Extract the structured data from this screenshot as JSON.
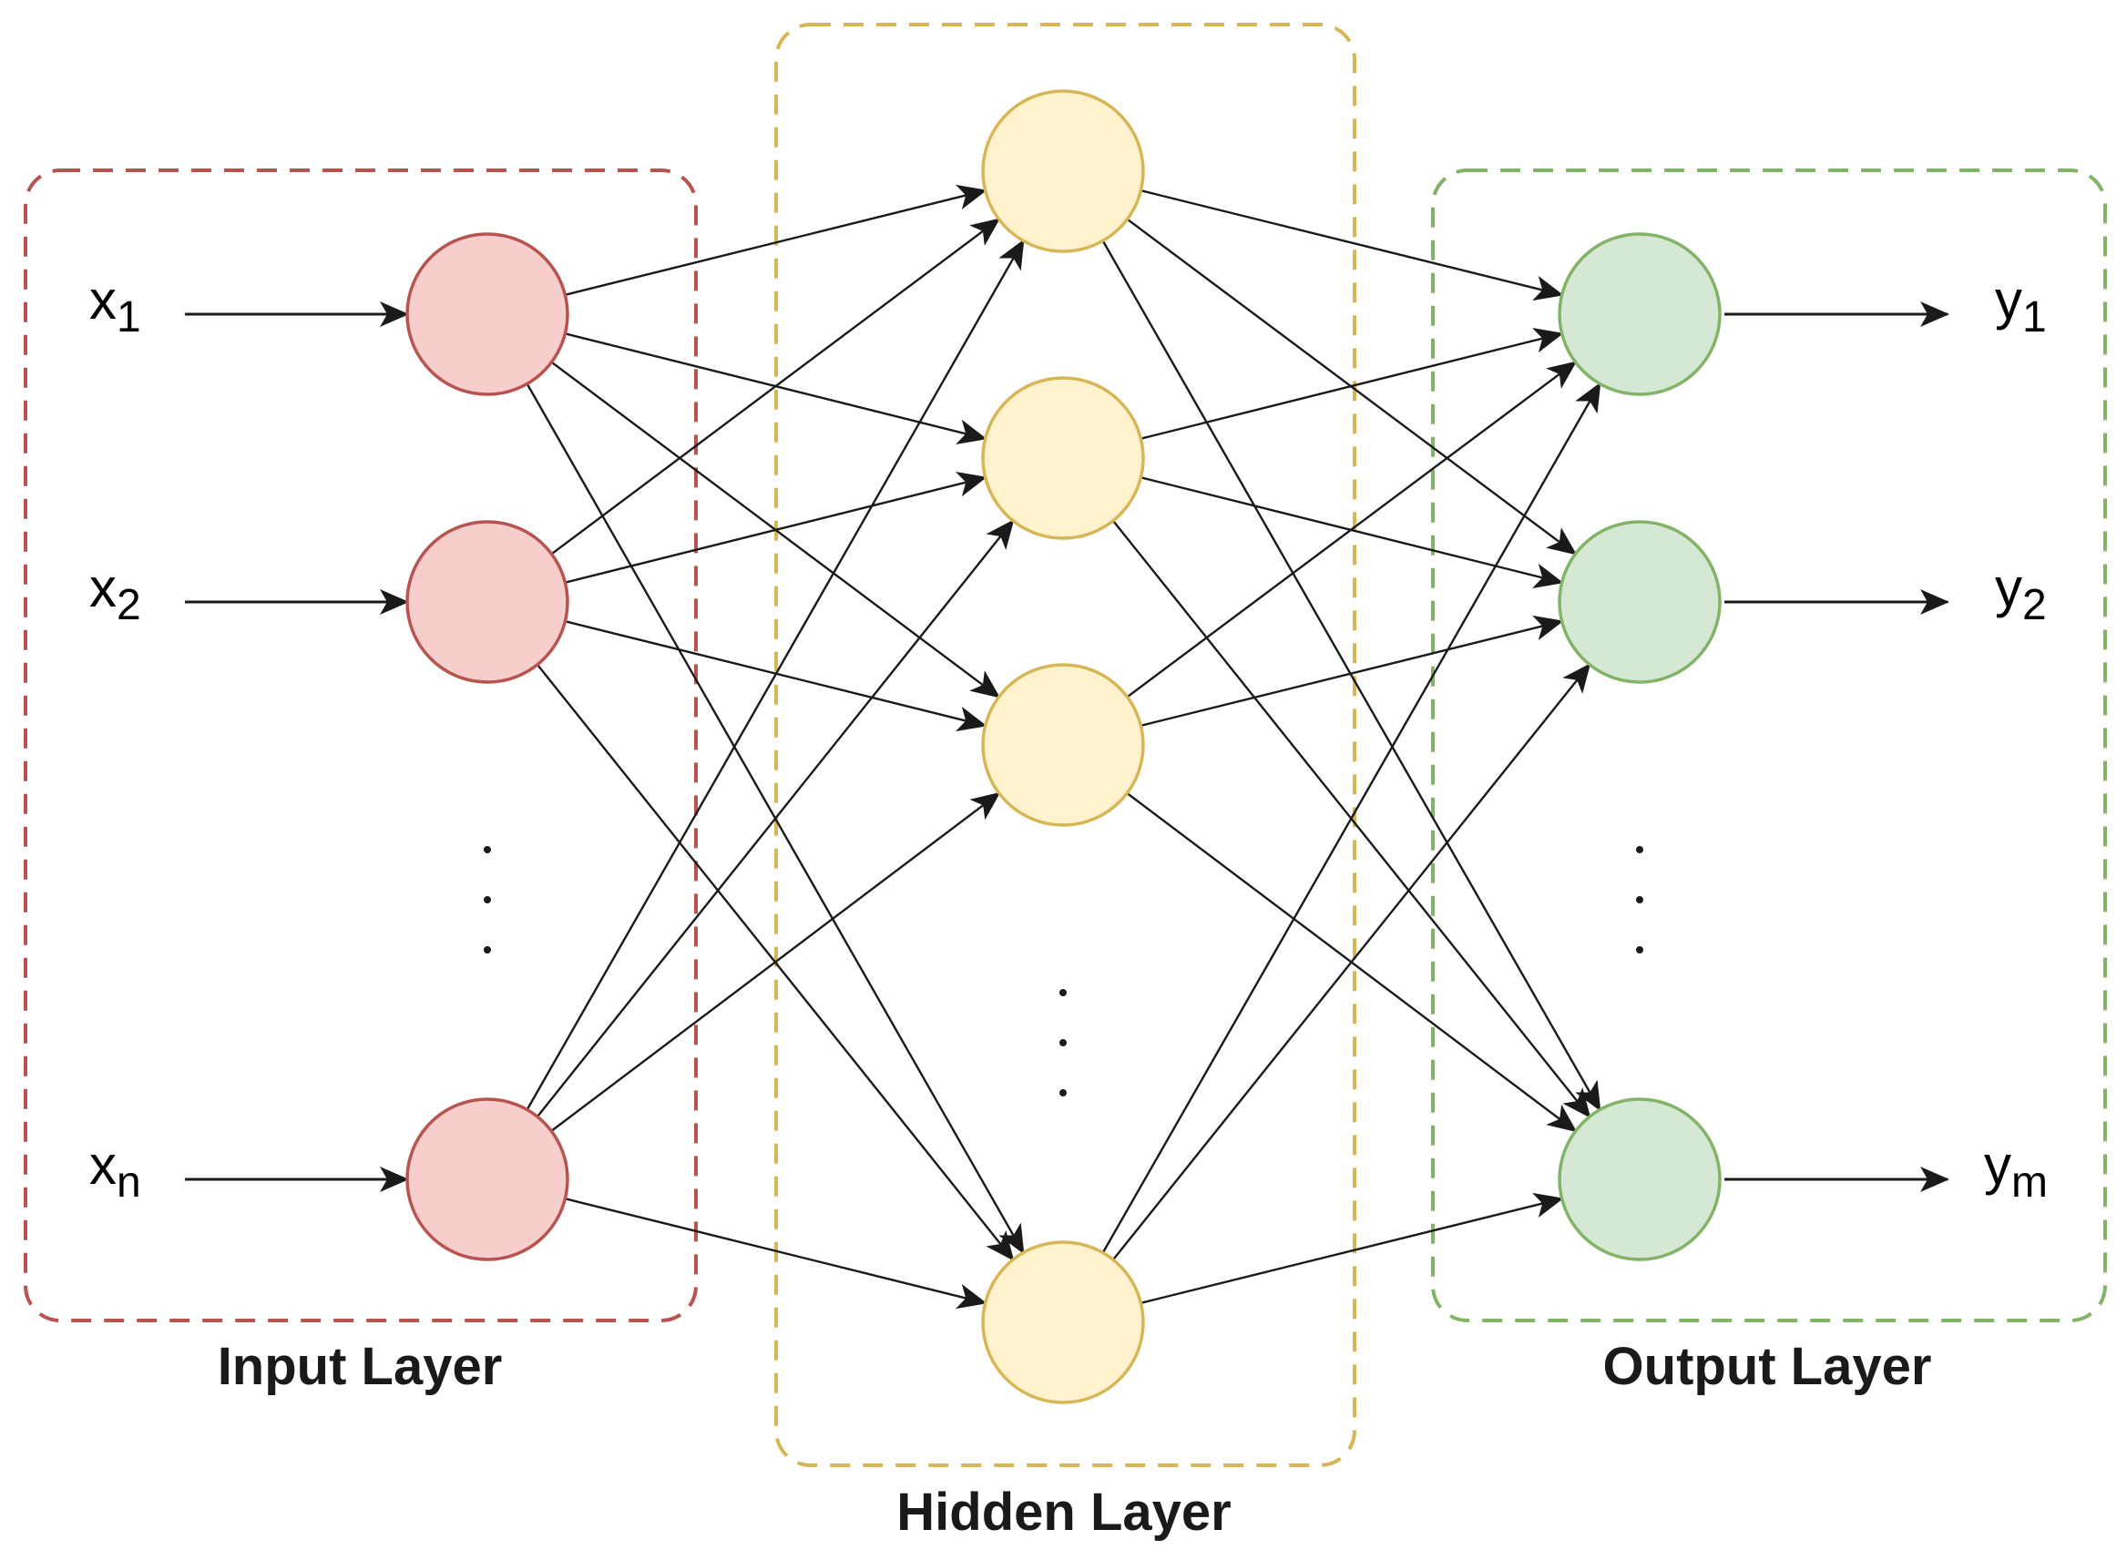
{
  "layers": {
    "input": {
      "label": "Input Layer",
      "border_color": "#b85450",
      "node_fill": "#f8cecc",
      "node_stroke": "#b85450"
    },
    "hidden": {
      "label": "Hidden Layer",
      "border_color": "#d6b656",
      "node_fill": "#fff2cc",
      "node_stroke": "#d6b656"
    },
    "output": {
      "label": "Output Layer",
      "border_color": "#82b366",
      "node_fill": "#d5e8d4",
      "node_stroke": "#82b366"
    }
  },
  "inputs": [
    {
      "base": "x",
      "sub": "1"
    },
    {
      "base": "x",
      "sub": "2"
    },
    {
      "base": "x",
      "sub": "n"
    }
  ],
  "outputs": [
    {
      "base": "y",
      "sub": "1"
    },
    {
      "base": "y",
      "sub": "2"
    },
    {
      "base": "y",
      "sub": "m"
    }
  ],
  "ellipsis_icon": "vertical-ellipsis"
}
